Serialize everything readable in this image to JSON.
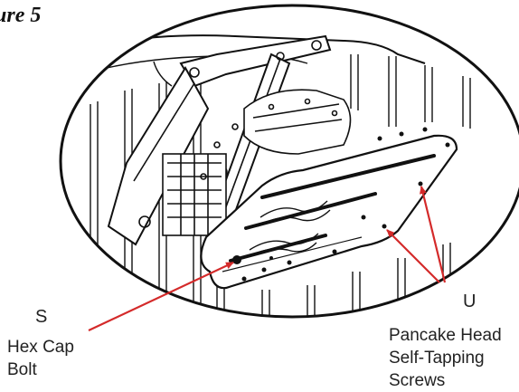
{
  "figure": {
    "title": "ure 5"
  },
  "callouts": {
    "s": {
      "letter": "S",
      "line1": "Hex Cap",
      "line2": "Bolt"
    },
    "u": {
      "letter": "U",
      "line1": "Pancake Head",
      "line2": "Self-Tapping",
      "line3": "Screws"
    }
  },
  "colors": {
    "leader_line": "#d42a2a",
    "ink": "#111111"
  }
}
